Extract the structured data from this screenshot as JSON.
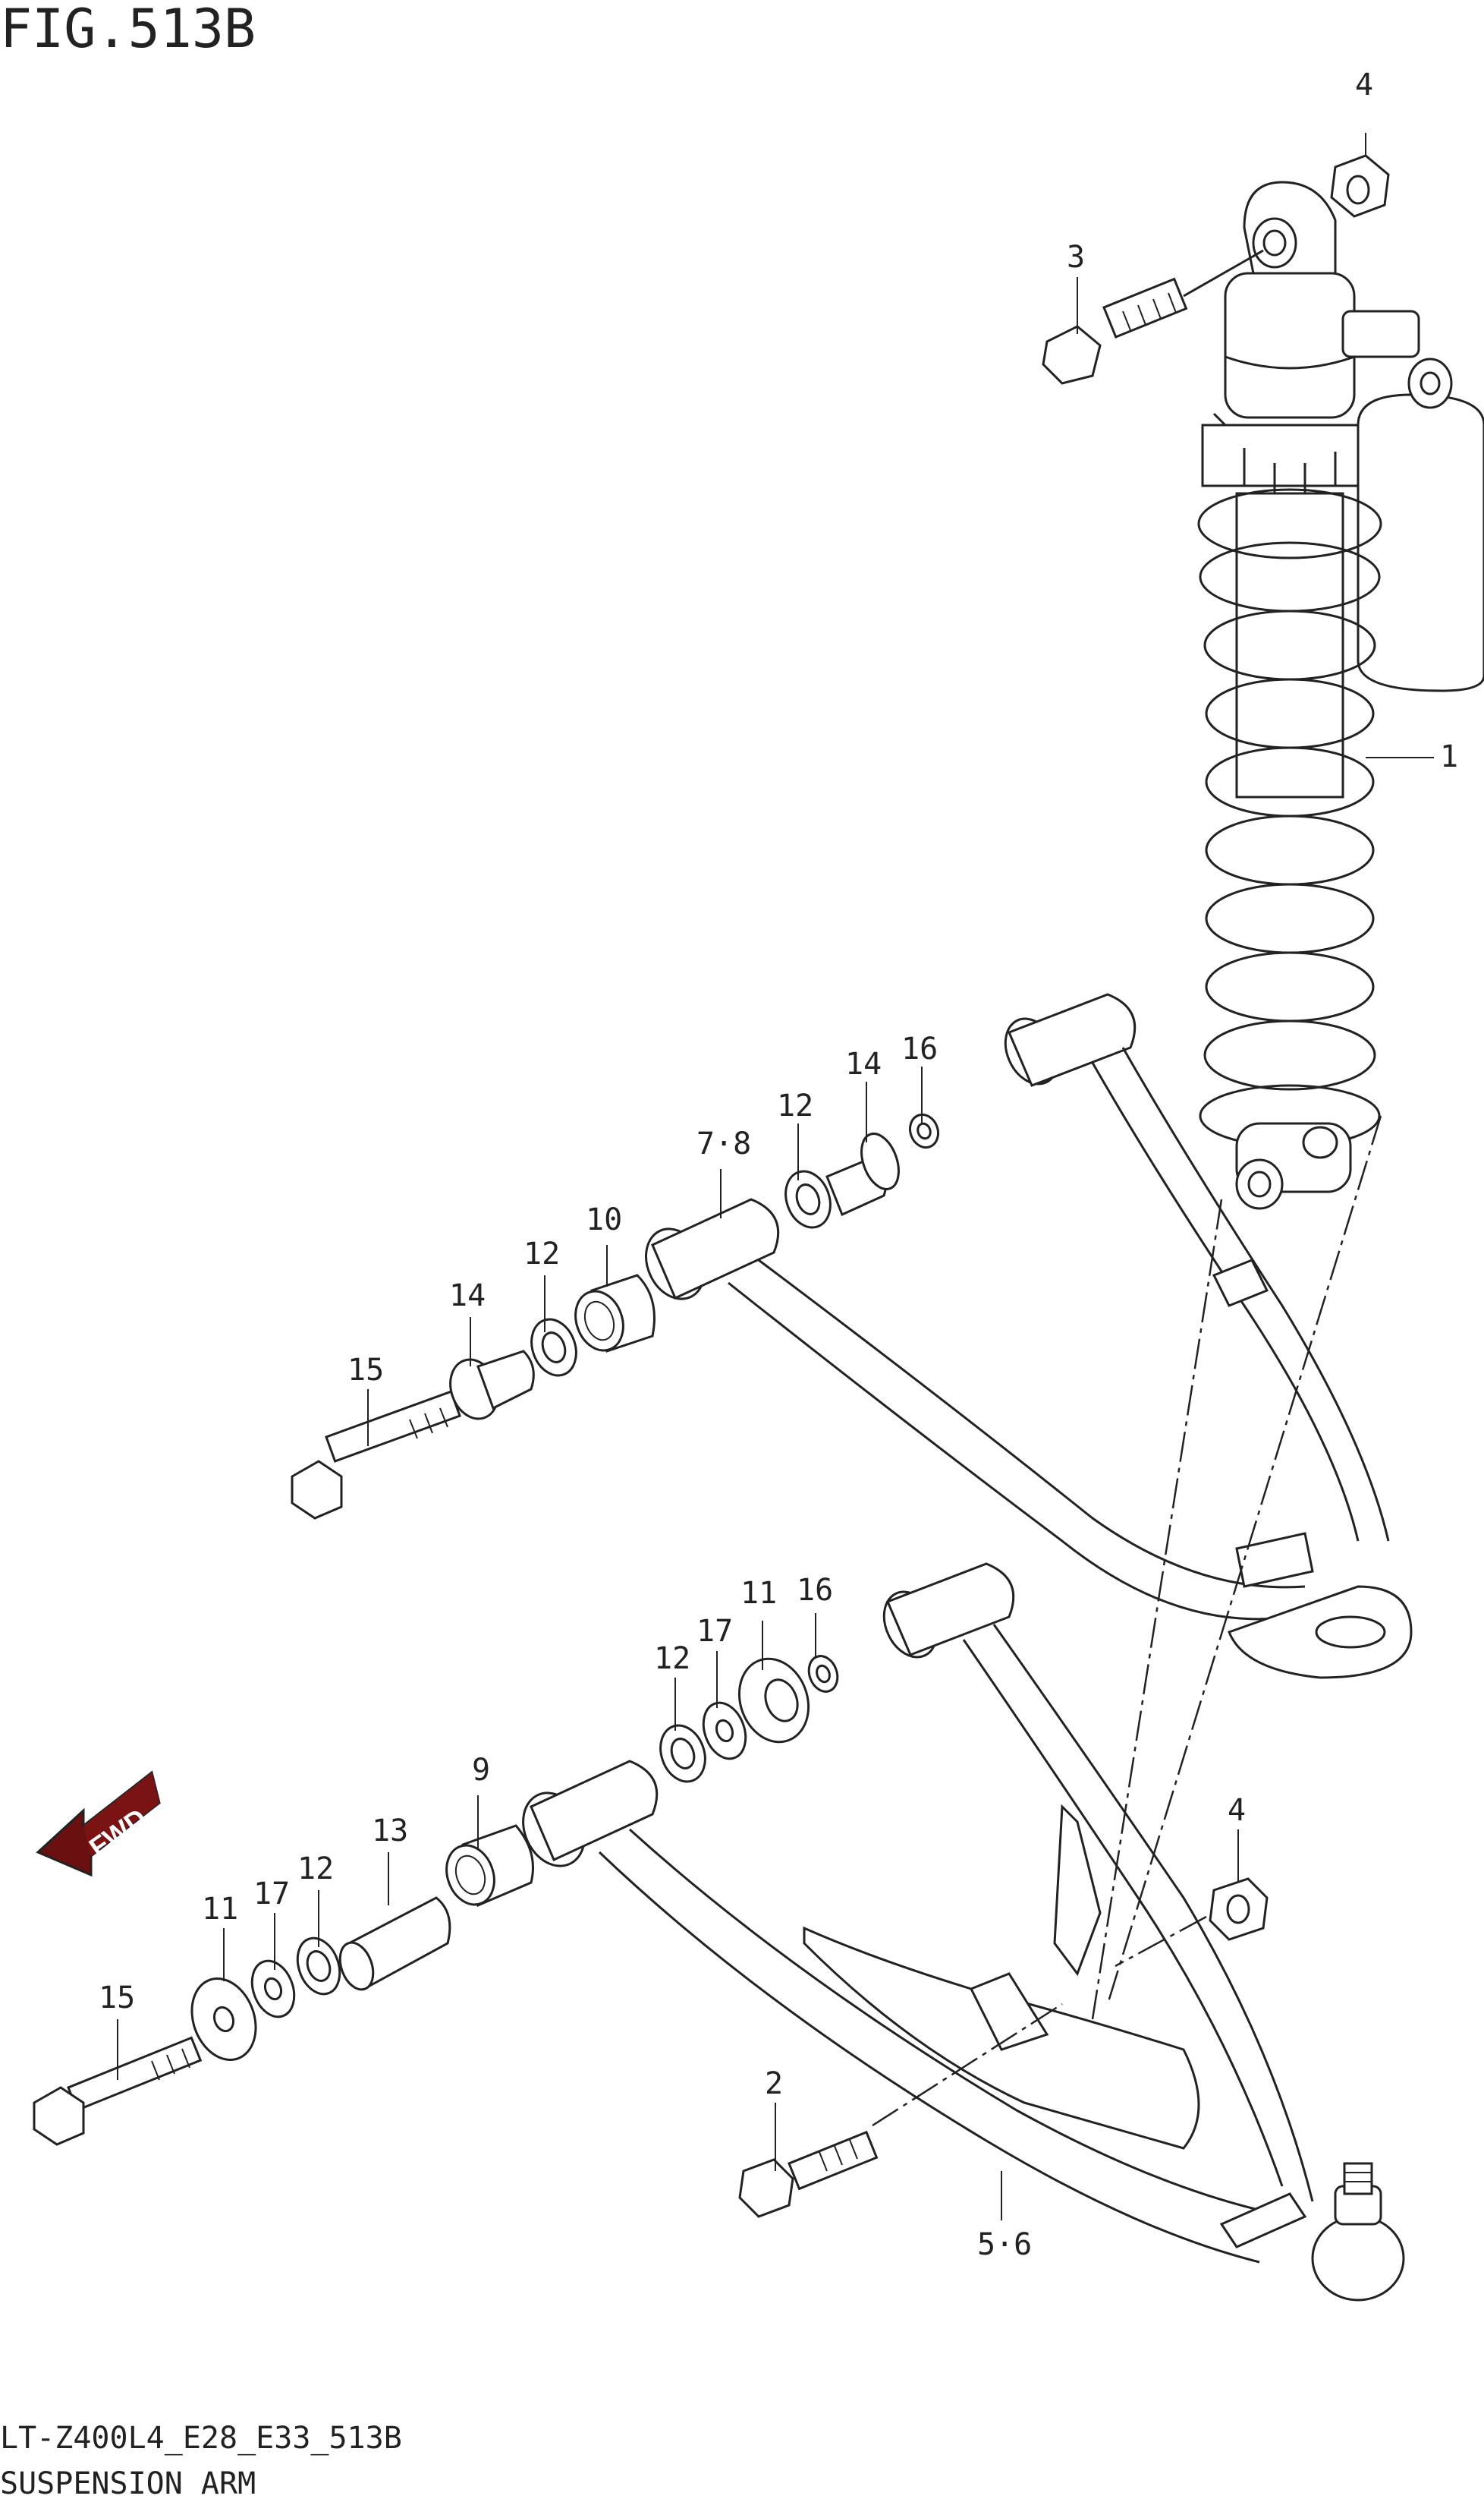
{
  "figure": {
    "title": "FIG.513B",
    "model_code": "LT-Z400L4_E28_E33_513B",
    "caption": "SUSPENSION ARM"
  },
  "callouts": {
    "c1": "1",
    "c2": "2",
    "c3": "3",
    "c4_top": "4",
    "c4_bottom": "4",
    "c5_6": "5·6",
    "c7_8": "7·8",
    "c9": "9",
    "c10": "10",
    "c11_upper": "11",
    "c11_lower": "11",
    "c12_a": "12",
    "c12_b": "12",
    "c12_c": "12",
    "c12_d": "12",
    "c13": "13",
    "c14_a": "14",
    "c14_b": "14",
    "c15_a": "15",
    "c15_b": "15",
    "c16_a": "16",
    "c16_b": "16",
    "c17_a": "17",
    "c17_b": "17"
  },
  "fwd_badge": "FWD"
}
